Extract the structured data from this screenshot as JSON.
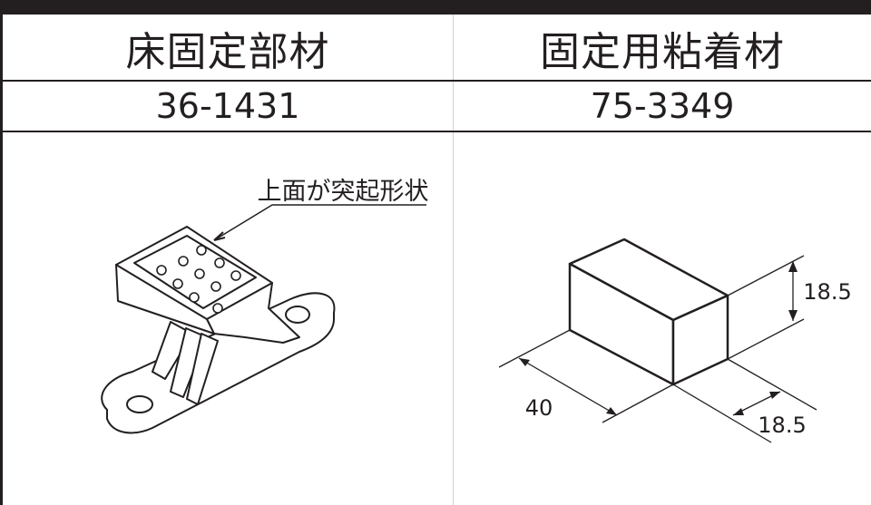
{
  "table": {
    "columns": [
      {
        "name": "床固定部材",
        "code": "36-1431"
      },
      {
        "name": "固定用粘着材",
        "code": "75-3349"
      }
    ]
  },
  "left_figure": {
    "callout": "上面が突起形状"
  },
  "right_figure": {
    "dim_length": "40",
    "dim_width": "18.5",
    "dim_height": "18.5"
  }
}
